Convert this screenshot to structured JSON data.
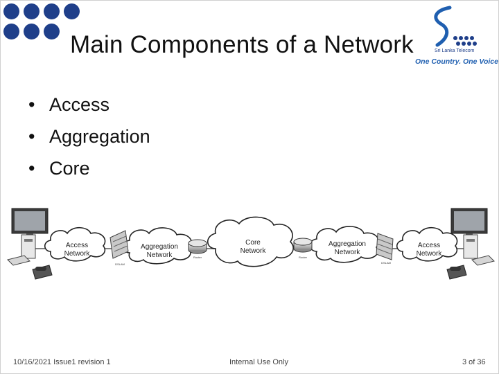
{
  "slide": {
    "title": "Main Components of a Network",
    "bullets": [
      "Access",
      "Aggregation",
      "Core"
    ]
  },
  "logo": {
    "tagline": "One Country. One Voice.",
    "company": "Sri Lanka Telecom"
  },
  "diagram": {
    "clouds": {
      "access_left": [
        "Access",
        "Network"
      ],
      "aggregation_left": [
        "Aggregation",
        "Network"
      ],
      "core": [
        "Core",
        "Network"
      ],
      "aggregation_right": [
        "Aggregation",
        "Network"
      ],
      "access_right": [
        "Access",
        "Network"
      ]
    },
    "dslam_label": "DSLAM",
    "router_label": "Router"
  },
  "footer": {
    "left": "10/16/2021 Issue1 revision 1",
    "center": "Internal Use Only",
    "right": "3 of 36"
  },
  "colors": {
    "brand_blue": "#1f3f8a",
    "tagline_blue": "#1f5fb0"
  }
}
